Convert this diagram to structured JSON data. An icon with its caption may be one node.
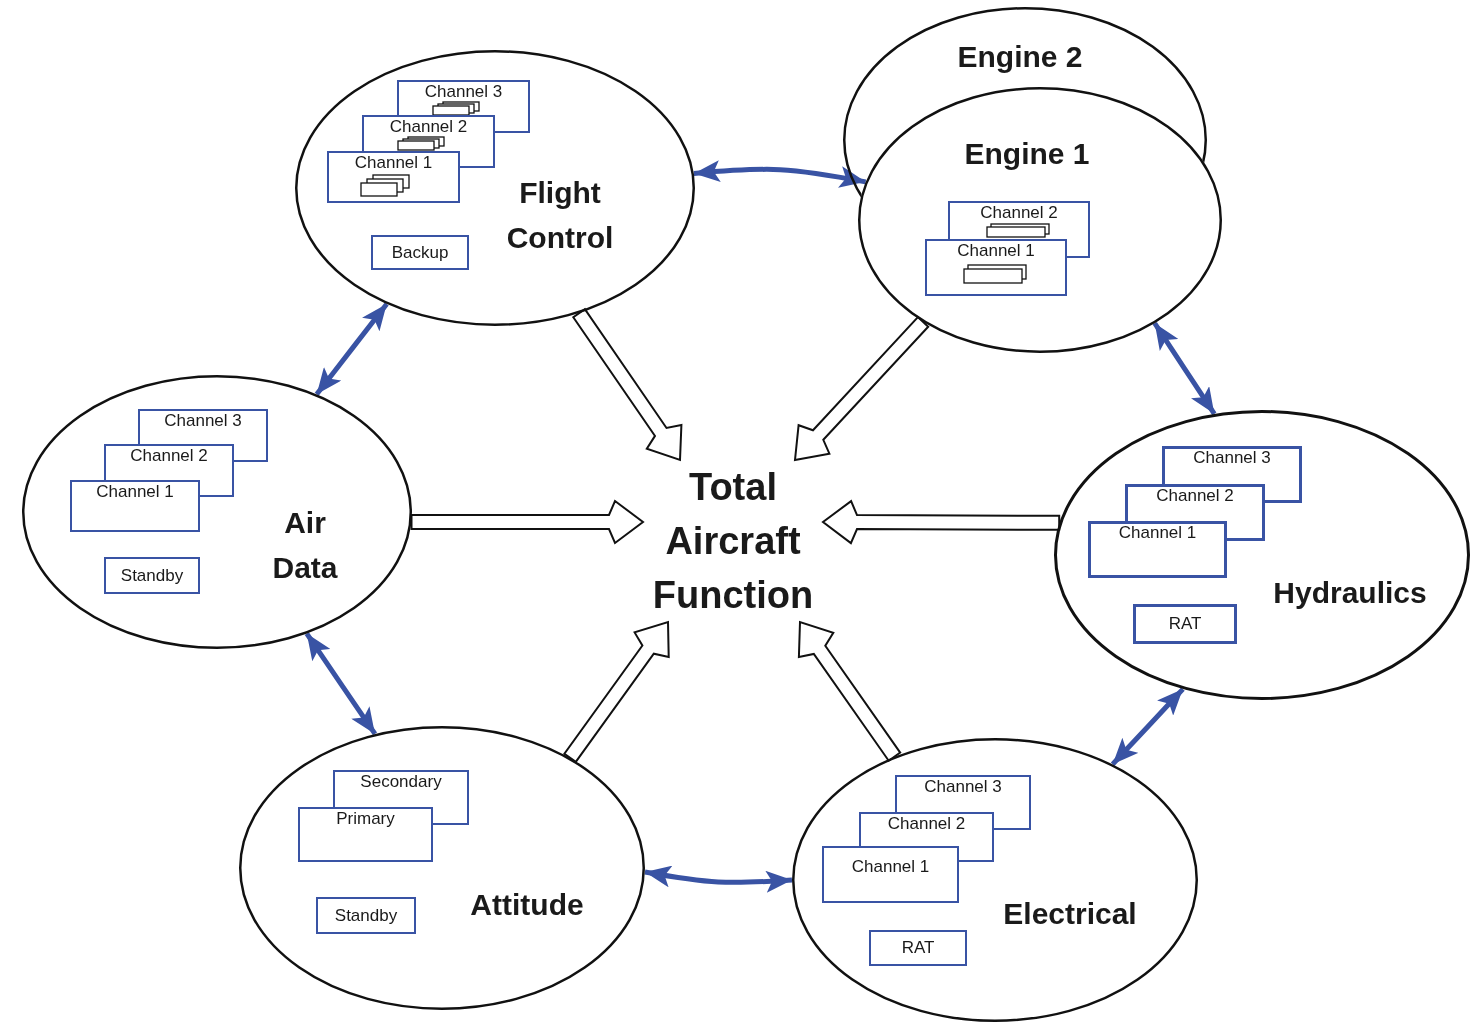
{
  "diagram": {
    "nodes": [
      {
        "text": [
          "Flight Control"
        ]
      },
      {
        "text": [
          "Channel 3"
        ],
        "in": 0
      },
      {
        "text": [
          "Channel 2"
        ],
        "in": 0
      },
      {
        "text": [
          "Channel 1"
        ],
        "in": 0
      },
      {
        "text": [
          "Backup"
        ],
        "in": 0
      },
      {
        "text": [
          "Engine 2"
        ]
      },
      {
        "text": [
          "Engine 1"
        ]
      },
      {
        "text": [
          "Channel 2"
        ]
      },
      {
        "text": [
          "Channel 1"
        ],
        "in": 6
      },
      {
        "text": [
          "Air Data"
        ]
      },
      {
        "text": [
          "Channel 3"
        ],
        "in": 9
      },
      {
        "text": [
          "Channel 2"
        ],
        "in": 9
      },
      {
        "text": [
          "Channel 1"
        ],
        "in": 9
      },
      {
        "text": [
          "Standby"
        ],
        "in": 9
      },
      {
        "text": [
          "Total Aircraft Function"
        ]
      },
      {
        "text": [
          "Hydraulics"
        ]
      },
      {
        "text": [
          "Channel 3"
        ],
        "in": 15
      },
      {
        "text": [
          "Channel 2"
        ],
        "in": 15
      },
      {
        "text": [
          "Channel 1"
        ],
        "in": 15
      },
      {
        "text": [
          "RAT"
        ],
        "in": 15
      },
      {
        "text": [
          "Attitude"
        ]
      },
      {
        "text": [
          "Secondary"
        ],
        "in": 20
      },
      {
        "text": [
          "Primary"
        ],
        "in": 20
      },
      {
        "text": [
          "Standby"
        ],
        "in": 20
      },
      {
        "text": [
          "Electrical"
        ]
      },
      {
        "text": [
          "Channel 3"
        ],
        "in": 24
      },
      {
        "text": [
          "Channel 2"
        ],
        "in": 24
      },
      {
        "text": [
          "Channel 1"
        ],
        "in": 24
      },
      {
        "text": [
          "RAT"
        ],
        "in": 24
      }
    ],
    "edges": [
      {
        "from": 0,
        "to": 6,
        "arrow": "both",
        "color": "#3953a4"
      },
      {
        "from": 6,
        "to": 15,
        "arrow": "both",
        "color": "#3953a4"
      },
      {
        "from": 15,
        "to": 24,
        "arrow": "both",
        "color": "#3953a4"
      },
      {
        "from": 24,
        "to": 20,
        "arrow": "both",
        "color": "#3953a4"
      },
      {
        "from": 20,
        "to": 9,
        "arrow": "both",
        "color": "#3953a4"
      },
      {
        "from": 9,
        "to": 0,
        "arrow": "both",
        "color": "#3953a4"
      },
      {
        "from": 0,
        "to": 14,
        "arrow": "to",
        "style": "thick"
      },
      {
        "from": 6,
        "to": 14,
        "arrow": "to",
        "style": "thick"
      },
      {
        "from": 9,
        "to": 14,
        "arrow": "to",
        "style": "thick"
      },
      {
        "from": 15,
        "to": 14,
        "arrow": "to",
        "style": "thick"
      },
      {
        "from": 20,
        "to": 14,
        "arrow": "to",
        "style": "thick"
      },
      {
        "from": 24,
        "to": 14,
        "arrow": "to",
        "style": "thick"
      }
    ]
  }
}
